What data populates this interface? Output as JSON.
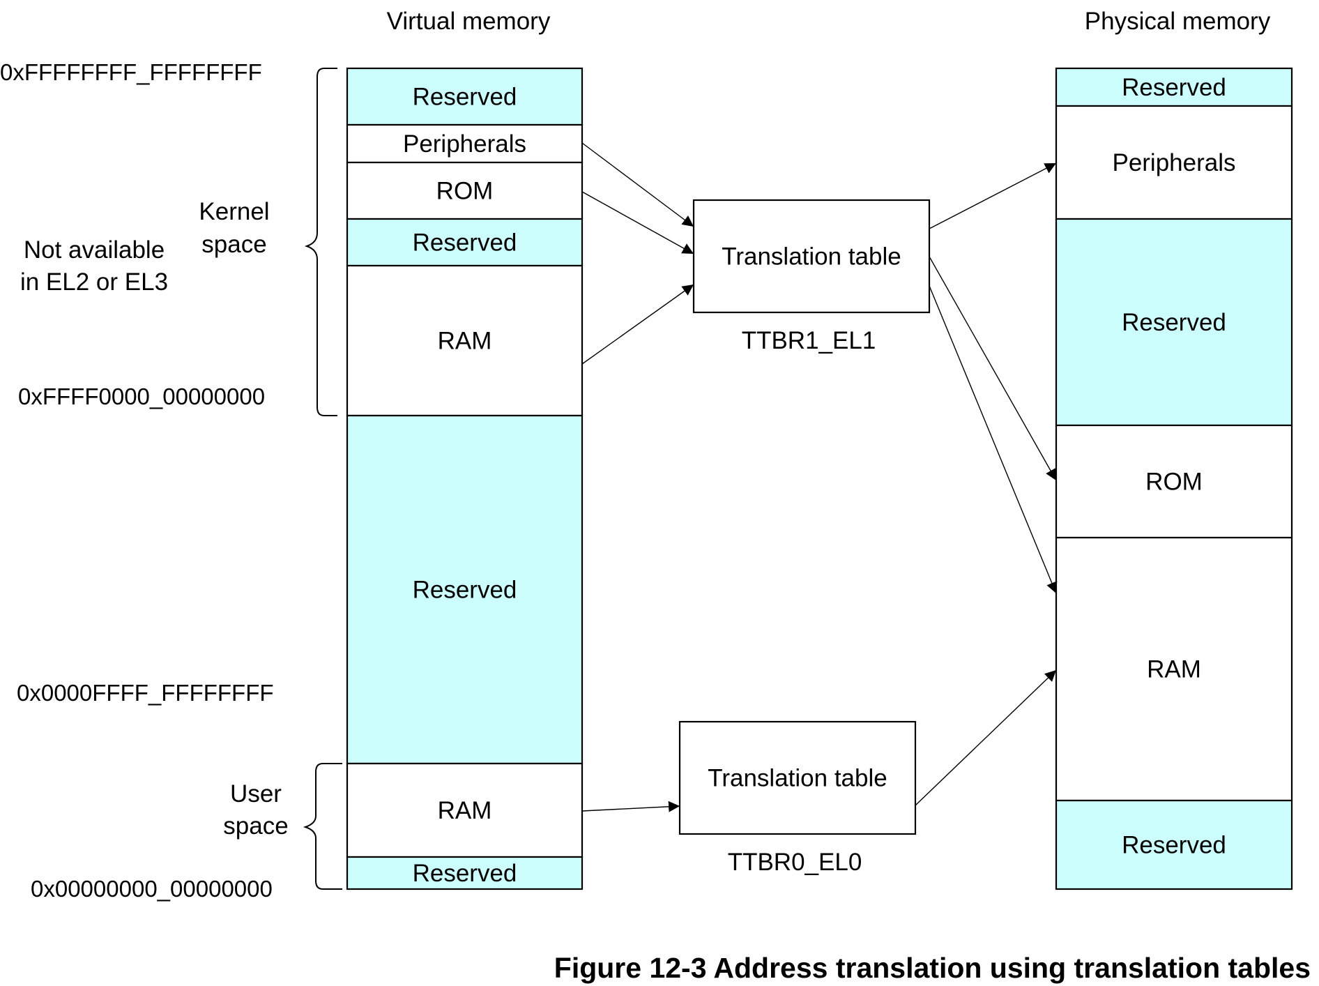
{
  "colors": {
    "reserved_fill": "#ccfefe",
    "region_fill": "#ffffff",
    "line": "#000000"
  },
  "headers": {
    "virtual": "Virtual memory",
    "physical": "Physical memory"
  },
  "virtual_memory": [
    {
      "label": "Reserved",
      "reserved": true
    },
    {
      "label": "Peripherals",
      "reserved": false
    },
    {
      "label": "ROM",
      "reserved": false
    },
    {
      "label": "Reserved",
      "reserved": true
    },
    {
      "label": "RAM",
      "reserved": false
    },
    {
      "label": "Reserved",
      "reserved": true
    },
    {
      "label": "RAM",
      "reserved": false
    },
    {
      "label": "Reserved",
      "reserved": true
    }
  ],
  "physical_memory": [
    {
      "label": "Reserved",
      "reserved": true
    },
    {
      "label": "Peripherals",
      "reserved": false
    },
    {
      "label": "Reserved",
      "reserved": true
    },
    {
      "label": "ROM",
      "reserved": false
    },
    {
      "label": "RAM",
      "reserved": false
    },
    {
      "label": "Reserved",
      "reserved": true
    }
  ],
  "translation_tables": [
    {
      "label": "Translation table",
      "register": "TTBR1_EL1"
    },
    {
      "label": "Translation table",
      "register": "TTBR0_EL0"
    }
  ],
  "addresses": {
    "top": "0xFFFFFFFF_FFFFFFFF",
    "kernel_base": "0xFFFF0000_00000000",
    "user_top": "0x0000FFFF_FFFFFFFF",
    "bottom": "0x00000000_00000000"
  },
  "spaces": {
    "kernel": [
      "Kernel",
      "space"
    ],
    "user": [
      "User",
      "space"
    ],
    "not_available": [
      "Not available",
      "in EL2 or EL3"
    ]
  },
  "caption": "Figure 12-3 Address translation using translation tables"
}
